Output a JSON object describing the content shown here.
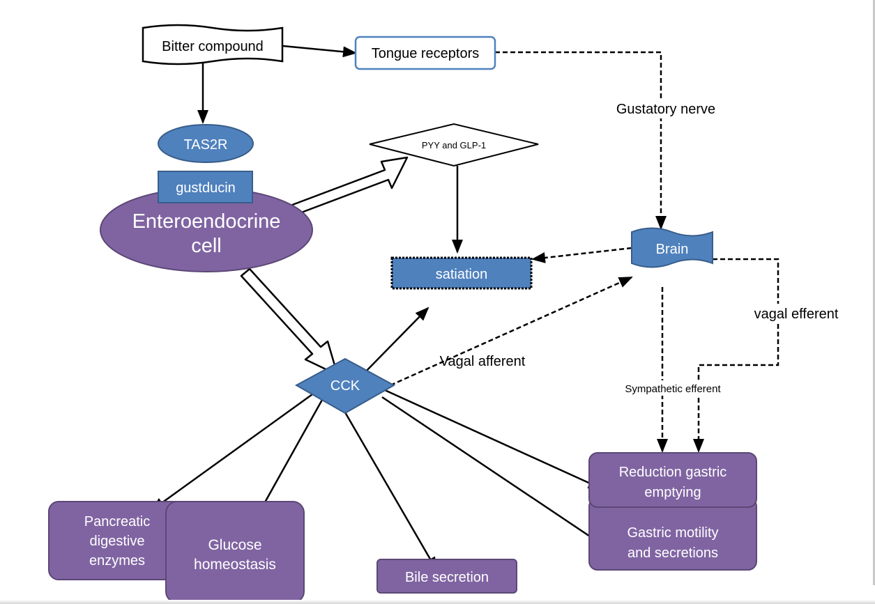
{
  "nodes": {
    "bitter_compound": "Bitter compound",
    "tongue_receptors": "Tongue receptors",
    "tas2r": "TAS2R",
    "gustducin": "gustducin",
    "enteroendocrine_line1": "Enteroendocrine",
    "enteroendocrine_line2": "cell",
    "pyy_glp1": "PYY and GLP-1",
    "satiation": "satiation",
    "brain": "Brain",
    "cck": "CCK",
    "pancreatic_line1": "Pancreatic",
    "pancreatic_line2": "digestive",
    "pancreatic_line3": "enzymes",
    "glucose_line1": "Glucose",
    "glucose_line2": "homeostasis",
    "bile": "Bile secretion",
    "reduction_line1": "Reduction gastric",
    "reduction_line2": "emptying",
    "motility_line1": "Gastric motility",
    "motility_line2": "and secretions"
  },
  "edge_labels": {
    "gustatory_nerve": "Gustatory nerve",
    "vagal_efferent": "vagal efferent",
    "vagal_afferent": "Vagal afferent",
    "sympathetic_efferent": "Sympathetic efferent"
  },
  "colors": {
    "blue": "#4f81bd",
    "blue_dark": "#385d8a",
    "purple": "#8064a2",
    "purple_dark": "#5c4776",
    "line": "#000000"
  }
}
